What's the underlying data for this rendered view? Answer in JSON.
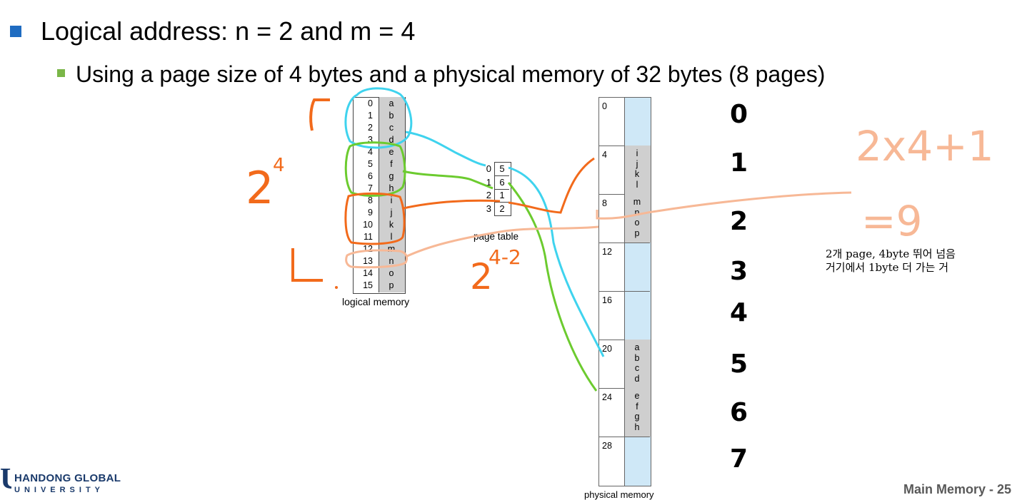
{
  "title": "Logical address: n = 2 and m = 4",
  "subtitle": "Using a page size of 4 bytes and a physical memory of 32 bytes (8 pages)",
  "logical_memory": {
    "caption": "logical memory",
    "addresses": [
      "0",
      "1",
      "2",
      "3",
      "4",
      "5",
      "6",
      "7",
      "8",
      "9",
      "10",
      "11",
      "12",
      "13",
      "14",
      "15"
    ],
    "letters": [
      "a",
      "b",
      "c",
      "d",
      "e",
      "f",
      "g",
      "h",
      "i",
      "j",
      "k",
      "l",
      "m",
      "n",
      "o",
      "p"
    ]
  },
  "page_table": {
    "caption": "page table",
    "indices": [
      "0",
      "1",
      "2",
      "3"
    ],
    "frames": [
      "5",
      "6",
      "1",
      "2"
    ]
  },
  "physical_memory": {
    "caption": "physical memory",
    "addresses": [
      "0",
      "4",
      "8",
      "12",
      "16",
      "20",
      "24",
      "28"
    ],
    "frame4_letters": [
      "i",
      "j",
      "k",
      "l"
    ],
    "frame8_letters": [
      "m",
      "n",
      "o",
      "p"
    ],
    "frame20_letters": [
      "a",
      "b",
      "c",
      "d"
    ],
    "frame24_letters": [
      "e",
      "f",
      "g",
      "h"
    ]
  },
  "annotations": {
    "frame_numbers": [
      "0",
      "1",
      "2",
      "3",
      "4",
      "5",
      "6",
      "7"
    ],
    "two_pow_4": "2",
    "two_pow_4_exp": "4",
    "two_pow_2": "2",
    "two_pow_2_exp": "4-2",
    "calc_line1": "2x4+1",
    "calc_line2": "=9",
    "korean_note_line1": "2개 page, 4byte 뛰어 넘음",
    "korean_note_line2": "거기에서 1byte 더 가는 거"
  },
  "footer": {
    "label": "Main Memory - 25"
  },
  "logo": {
    "line1": "HANDONG GLOBAL",
    "line2": "UNIVERSITY",
    "mark": "U"
  },
  "colors": {
    "bullet1": "#1f6cc1",
    "bullet2": "#7ab648",
    "cyan": "#3fd3ee",
    "green": "#6ccb2f",
    "orange": "#f26a1b",
    "peach": "#f7b896",
    "frame_fill": "#cfe8f7",
    "cell_fill": "#cfcfcf"
  }
}
